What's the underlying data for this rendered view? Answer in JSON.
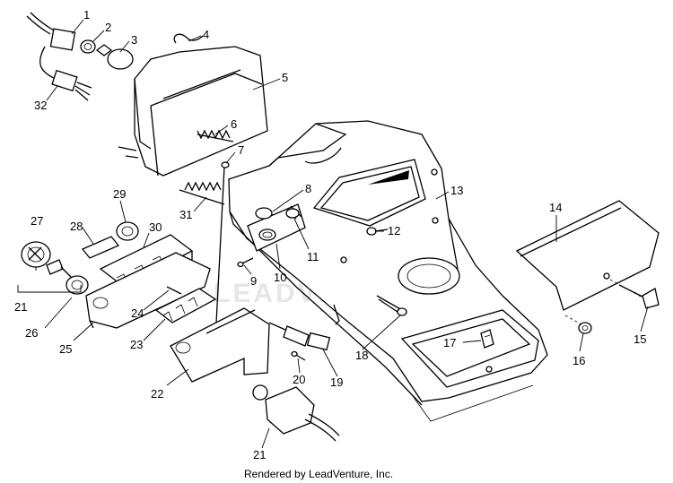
{
  "diagram": {
    "watermark_text": "LEADVENTURE",
    "credit": "Rendered by LeadVenture, Inc.",
    "callouts": [
      {
        "id": "c1",
        "label": "1"
      },
      {
        "id": "c2",
        "label": "2"
      },
      {
        "id": "c3",
        "label": "3"
      },
      {
        "id": "c4",
        "label": "4"
      },
      {
        "id": "c5",
        "label": "5"
      },
      {
        "id": "c6",
        "label": "6"
      },
      {
        "id": "c7",
        "label": "7"
      },
      {
        "id": "c8",
        "label": "8"
      },
      {
        "id": "c9",
        "label": "9"
      },
      {
        "id": "c10",
        "label": "10"
      },
      {
        "id": "c11",
        "label": "11"
      },
      {
        "id": "c12",
        "label": "12"
      },
      {
        "id": "c13",
        "label": "13"
      },
      {
        "id": "c14",
        "label": "14"
      },
      {
        "id": "c15",
        "label": "15"
      },
      {
        "id": "c16",
        "label": "16"
      },
      {
        "id": "c17",
        "label": "17"
      },
      {
        "id": "c18",
        "label": "18"
      },
      {
        "id": "c19",
        "label": "19"
      },
      {
        "id": "c20",
        "label": "20"
      },
      {
        "id": "c21a",
        "label": "21"
      },
      {
        "id": "c21b",
        "label": "21"
      },
      {
        "id": "c22",
        "label": "22"
      },
      {
        "id": "c23",
        "label": "23"
      },
      {
        "id": "c24",
        "label": "24"
      },
      {
        "id": "c25",
        "label": "25"
      },
      {
        "id": "c26",
        "label": "26"
      },
      {
        "id": "c27",
        "label": "27"
      },
      {
        "id": "c28",
        "label": "28"
      },
      {
        "id": "c29",
        "label": "29"
      },
      {
        "id": "c30",
        "label": "30"
      },
      {
        "id": "c31",
        "label": "31"
      },
      {
        "id": "c32",
        "label": "32"
      }
    ]
  }
}
